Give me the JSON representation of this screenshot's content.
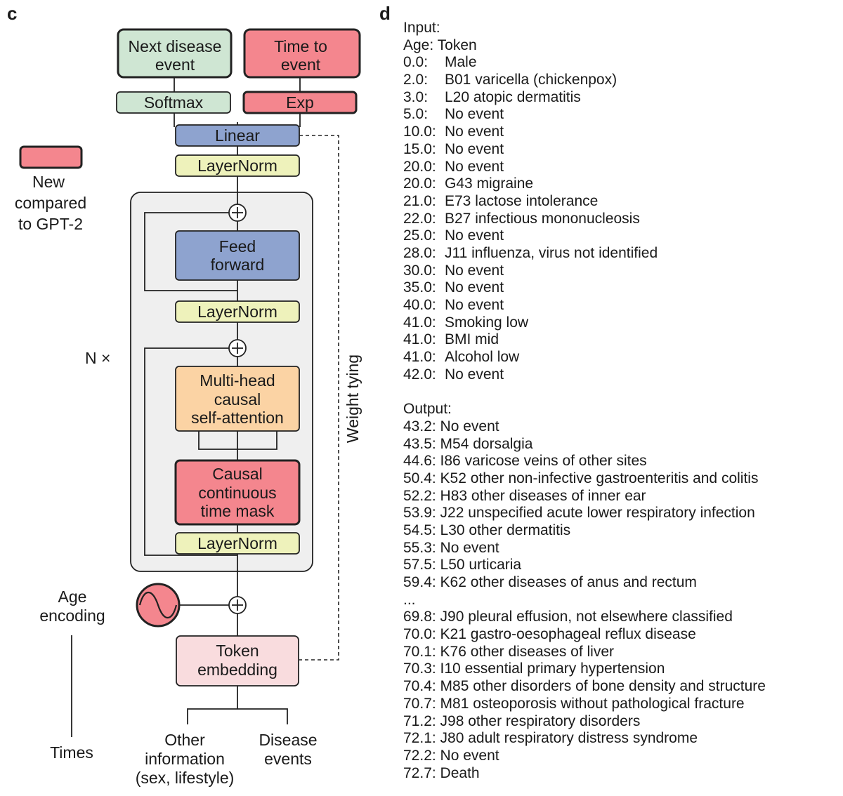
{
  "panel_c": {
    "letter": "c",
    "outputs": {
      "next_disease": [
        "Next disease",
        "event"
      ],
      "time_to_event": [
        "Time to",
        "event"
      ],
      "softmax": "Softmax",
      "exp": "Exp"
    },
    "linear": "Linear",
    "layernorm_top": "LayerNorm",
    "block": {
      "repeat": "N ×",
      "feed_forward": [
        "Feed",
        "forward"
      ],
      "layernorm_mid": "LayerNorm",
      "attention": [
        "Multi-head",
        "causal",
        "self-attention"
      ],
      "time_mask": [
        "Causal",
        "continuous",
        "time mask"
      ],
      "layernorm_bottom": "LayerNorm"
    },
    "weight_tying": "Weight tying",
    "legend": [
      "New",
      "compared",
      "to GPT-2"
    ],
    "age_encoding": [
      "Age",
      "encoding"
    ],
    "token_embedding": [
      "Token",
      "embedding"
    ],
    "inputs": {
      "times": "Times",
      "other_info": [
        "Other",
        "information",
        "(sex, lifestyle)"
      ],
      "disease_events": [
        "Disease",
        "events"
      ]
    },
    "colors": {
      "green": "#cfe6d3",
      "red": "#f4868e",
      "blue": "#8ea3cf",
      "yellow": "#eef2bb",
      "orange": "#fbd3a4",
      "pink": "#f9dcde",
      "block_bg": "#efefef"
    }
  },
  "panel_d": {
    "letter": "d",
    "input_header": "Input:",
    "column_header": "Age: Token",
    "input": [
      {
        "age": "0.0:",
        "token": "Male"
      },
      {
        "age": "2.0:",
        "token": "B01 varicella (chickenpox)"
      },
      {
        "age": "3.0:",
        "token": "L20 atopic dermatitis"
      },
      {
        "age": "5.0:",
        "token": "No event"
      },
      {
        "age": "10.0:",
        "token": "No event"
      },
      {
        "age": "15.0:",
        "token": "No event"
      },
      {
        "age": "20.0:",
        "token": "No event"
      },
      {
        "age": "20.0:",
        "token": "G43 migraine"
      },
      {
        "age": "21.0:",
        "token": "E73 lactose intolerance"
      },
      {
        "age": "22.0:",
        "token": "B27 infectious mononucleosis"
      },
      {
        "age": "25.0:",
        "token": "No event"
      },
      {
        "age": "28.0:",
        "token": "J11 influenza, virus not identified"
      },
      {
        "age": "30.0:",
        "token": "No event"
      },
      {
        "age": "35.0:",
        "token": "No event"
      },
      {
        "age": "40.0:",
        "token": "No event"
      },
      {
        "age": "41.0:",
        "token": "Smoking low"
      },
      {
        "age": "41.0:",
        "token": "BMI mid"
      },
      {
        "age": "41.0:",
        "token": "Alcohol low"
      },
      {
        "age": "42.0:",
        "token": "No event"
      }
    ],
    "output_header": "Output:",
    "output": [
      "43.2: No event",
      "43.5: M54 dorsalgia",
      "44.6: I86 varicose veins of other sites",
      "50.4: K52 other non-infective gastroenteritis and colitis",
      "52.2: H83 other diseases of inner ear",
      "53.9: J22 unspecified acute lower respiratory infection",
      "54.5: L30 other dermatitis",
      "55.3: No event",
      "57.5: L50 urticaria",
      "59.4: K62 other diseases of anus and rectum",
      "...",
      "69.8: J90 pleural effusion, not elsewhere classified",
      "70.0: K21 gastro-oesophageal reflux disease",
      "70.1: K76 other diseases of liver",
      "70.3: I10 essential primary hypertension",
      "70.4: M85 other disorders of bone density and structure",
      "70.7: M81 osteoporosis without pathological fracture",
      "71.2: J98 other respiratory disorders",
      "72.1: J80 adult respiratory distress syndrome",
      "72.2: No event",
      "72.7: Death"
    ]
  }
}
